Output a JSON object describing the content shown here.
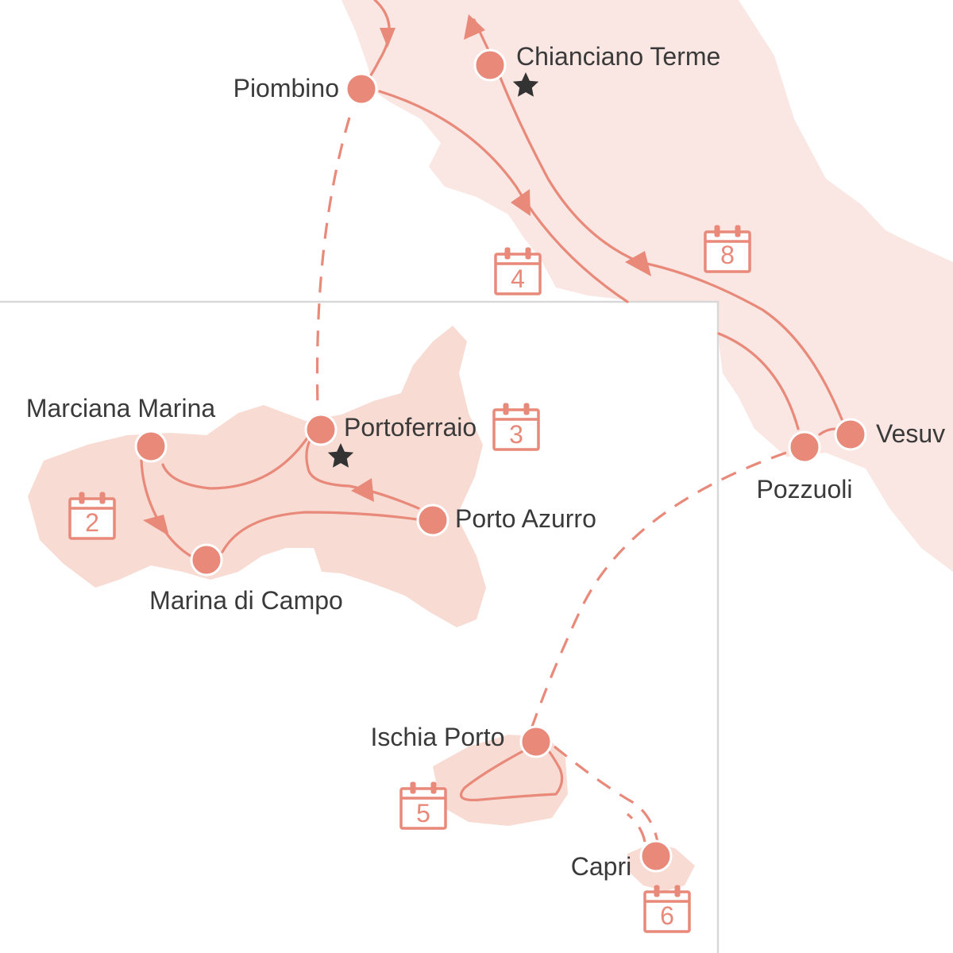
{
  "colors": {
    "land": "#fae6e2",
    "land_inset": "#f8dcd4",
    "route": "#e8897a",
    "marker": "#e8897a",
    "star": "#333333",
    "frame": "#d8d8d8"
  },
  "icons": {
    "day": "calendar-icon",
    "highlight": "star-icon",
    "stop": "map-marker-icon"
  },
  "places": {
    "piombino": "Piombino",
    "chianciano": "Chianciano Terme",
    "vesuv": "Vesuv",
    "pozzuoli": "Pozzuoli",
    "marciana": "Marciana Marina",
    "portoferraio": "Portoferraio",
    "porto_azurro": "Porto Azurro",
    "marina_campo": "Marina di Campo",
    "ischia": "Ischia Porto",
    "capri": "Capri"
  },
  "days": {
    "d2": "2",
    "d3": "3",
    "d4": "4",
    "d5": "5",
    "d6": "6",
    "d8": "8"
  }
}
